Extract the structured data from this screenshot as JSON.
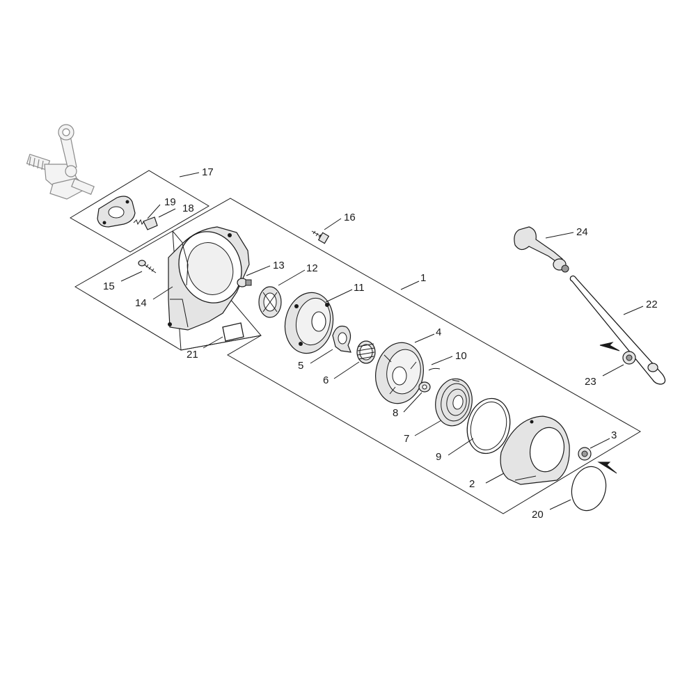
{
  "diagram": {
    "part_labels": [
      {
        "id": "p1",
        "text": "1"
      },
      {
        "id": "p2",
        "text": "2"
      },
      {
        "id": "p3",
        "text": "3"
      },
      {
        "id": "p4",
        "text": "4"
      },
      {
        "id": "p5",
        "text": "5"
      },
      {
        "id": "p6",
        "text": "6"
      },
      {
        "id": "p7",
        "text": "7"
      },
      {
        "id": "p8",
        "text": "8"
      },
      {
        "id": "p9",
        "text": "9"
      },
      {
        "id": "p10",
        "text": "10"
      },
      {
        "id": "p11",
        "text": "11"
      },
      {
        "id": "p12",
        "text": "12"
      },
      {
        "id": "p13",
        "text": "13"
      },
      {
        "id": "p14",
        "text": "14"
      },
      {
        "id": "p15",
        "text": "15"
      },
      {
        "id": "p16",
        "text": "16"
      },
      {
        "id": "p17",
        "text": "17"
      },
      {
        "id": "p18",
        "text": "18"
      },
      {
        "id": "p19",
        "text": "19"
      },
      {
        "id": "p20",
        "text": "20"
      },
      {
        "id": "p21",
        "text": "21"
      },
      {
        "id": "p22",
        "text": "22"
      },
      {
        "id": "p23",
        "text": "23"
      },
      {
        "id": "p24",
        "text": "24"
      }
    ],
    "colors": {
      "line": "#1a1a1a",
      "ghost": "#8a8a8a",
      "background": "#ffffff"
    }
  }
}
